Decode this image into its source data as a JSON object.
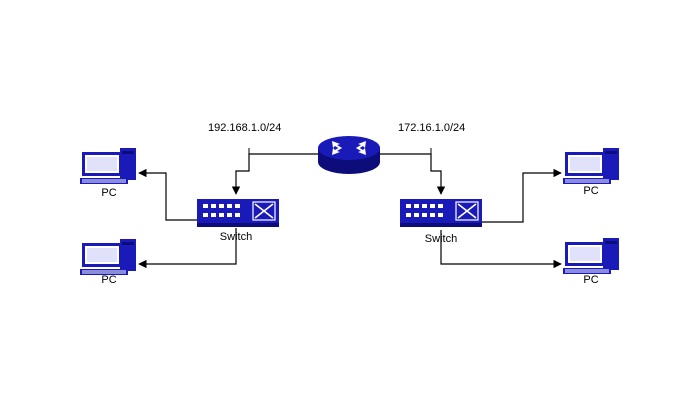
{
  "colors": {
    "device_blue": "#1a1ab8",
    "device_dark": "#0c0c7a",
    "screen_blue": "#2b3ee0",
    "line": "#000000",
    "background": "#ffffff"
  },
  "networks": {
    "left_subnet": "192.168.1.0/24",
    "right_subnet": "172.16.1.0/24"
  },
  "devices": {
    "router": {
      "icon": "router-icon"
    },
    "switch_left": {
      "label": "Switch",
      "icon": "switch-icon"
    },
    "switch_right": {
      "label": "Switch",
      "icon": "switch-icon"
    },
    "pc_left_top": {
      "label": "PC",
      "icon": "computer-icon"
    },
    "pc_left_bottom": {
      "label": "PC",
      "icon": "computer-icon"
    },
    "pc_right_top": {
      "label": "PC",
      "icon": "computer-icon"
    },
    "pc_right_bottom": {
      "label": "PC",
      "icon": "computer-icon"
    }
  }
}
